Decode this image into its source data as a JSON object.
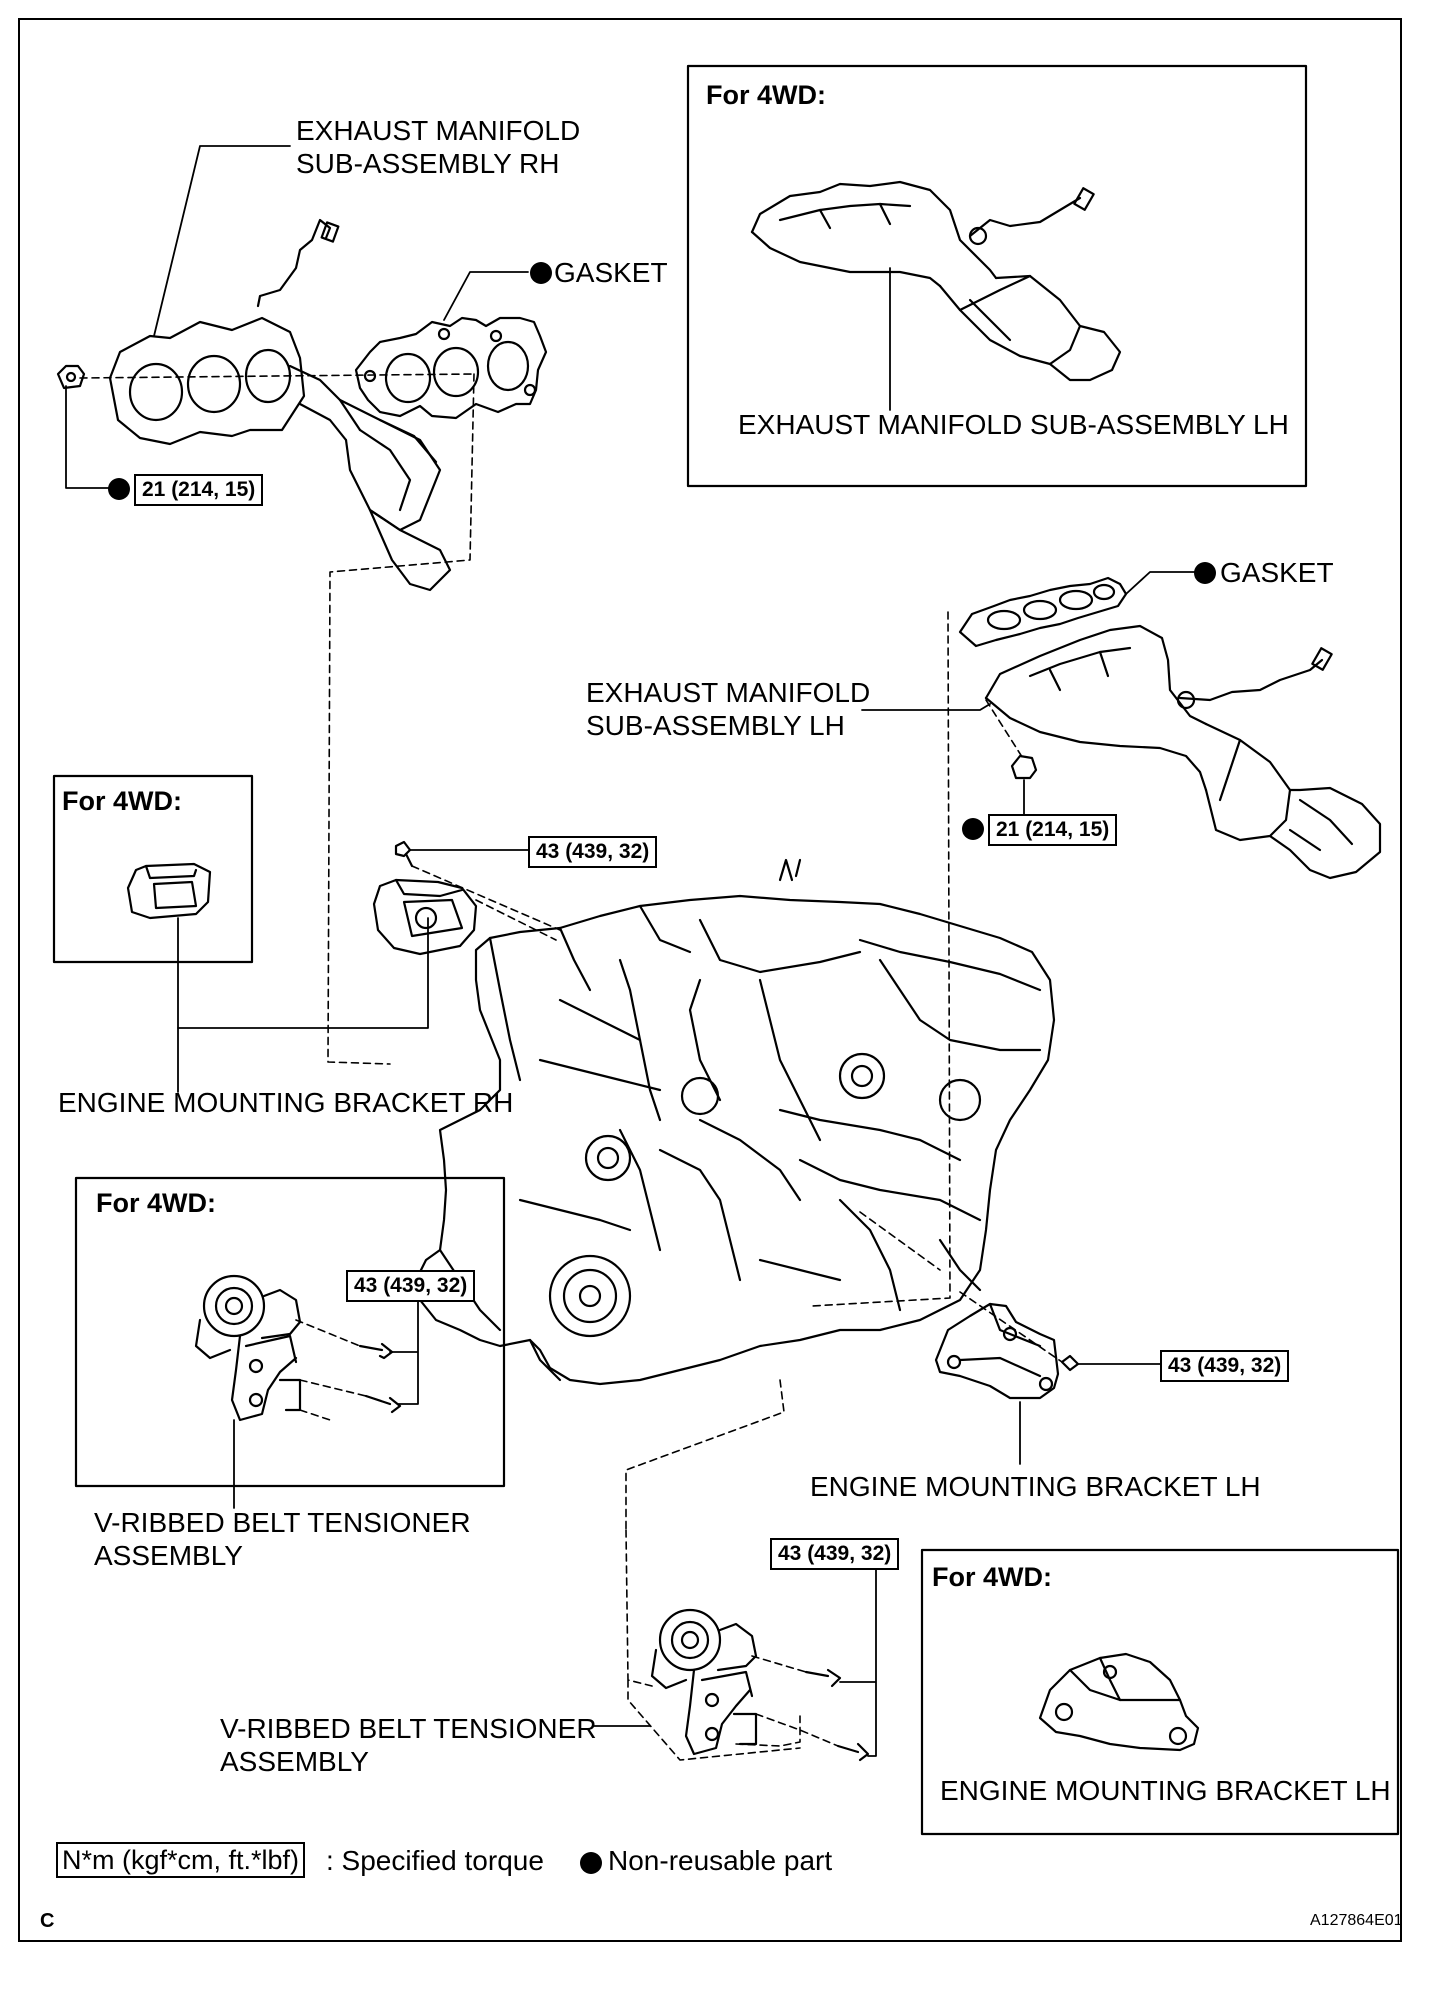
{
  "header_for_4wd": "For 4WD:",
  "labels": {
    "exhaust_rh": "EXHAUST MANIFOLD\nSUB-ASSEMBLY RH",
    "gasket_rh": "GASKET",
    "exhaust_lh_4wd": "EXHAUST MANIFOLD SUB-ASSEMBLY LH",
    "gasket_lh": "GASKET",
    "exhaust_lh": "EXHAUST MANIFOLD\nSUB-ASSEMBLY LH",
    "bracket_rh": "ENGINE MOUNTING BRACKET RH",
    "bracket_lh": "ENGINE MOUNTING BRACKET LH",
    "tensioner_4wd": "V-RIBBED BELT TENSIONER\nASSEMBLY",
    "tensioner": "V-RIBBED BELT TENSIONER\nASSEMBLY",
    "bracket_lh_4wd": "ENGINE MOUNTING BRACKET LH"
  },
  "torques": {
    "rh_manifold": "21 (214, 15)",
    "lh_manifold": "21 (214, 15)",
    "bracket_rh": "43 (439, 32)",
    "tensioner_4wd": "43 (439, 32)",
    "bracket_lh": "43 (439, 32)",
    "tensioner": "43 (439, 32)"
  },
  "legend": {
    "torque_unit": "N*m (kgf*cm, ft.*lbf)",
    "torque_desc": ": Specified torque",
    "nonreusable_desc": "Non-reusable part"
  },
  "corner_code": "C",
  "figure_id": "A127864E01"
}
